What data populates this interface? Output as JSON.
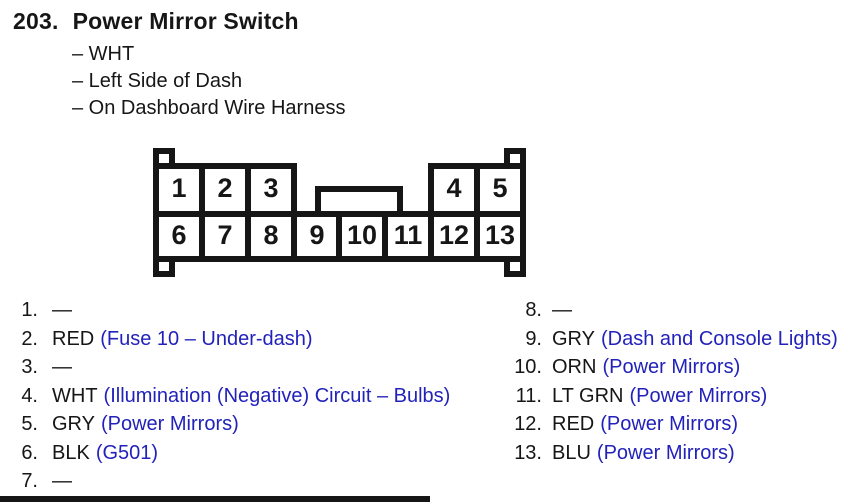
{
  "page": {
    "title_number": "203.",
    "title": "Power Mirror Switch",
    "bullets": [
      "– WHT",
      "– Left Side of Dash",
      "– On Dashboard Wire Harness"
    ]
  },
  "connector": {
    "top_left_cells": [
      "1",
      "2",
      "3"
    ],
    "top_right_cells": [
      "4",
      "5"
    ],
    "bottom_cells": [
      "6",
      "7",
      "8",
      "9",
      "10",
      "11",
      "12",
      "13"
    ]
  },
  "pins": {
    "left": [
      {
        "num": "1.",
        "wire": "—",
        "desc": ""
      },
      {
        "num": "2.",
        "wire": "RED",
        "desc": "(Fuse 10 – Under-dash)"
      },
      {
        "num": "3.",
        "wire": "—",
        "desc": ""
      },
      {
        "num": "4.",
        "wire": "WHT",
        "desc": "(Illumination (Negative) Circuit – Bulbs)"
      },
      {
        "num": "5.",
        "wire": "GRY",
        "desc": "(Power Mirrors)"
      },
      {
        "num": "6.",
        "wire": "BLK",
        "desc": "(G501)"
      },
      {
        "num": "7.",
        "wire": "—",
        "desc": ""
      }
    ],
    "right": [
      {
        "num": "8.",
        "wire": "—",
        "desc": ""
      },
      {
        "num": "9.",
        "wire": "GRY",
        "desc": "(Dash and Console Lights)"
      },
      {
        "num": "10.",
        "wire": "ORN",
        "desc": "(Power Mirrors)"
      },
      {
        "num": "11.",
        "wire": "LT GRN",
        "desc": "(Power Mirrors)"
      },
      {
        "num": "12.",
        "wire": "RED",
        "desc": "(Power Mirrors)"
      },
      {
        "num": "13.",
        "wire": "BLU",
        "desc": "(Power Mirrors)"
      }
    ]
  },
  "colors": {
    "ink": "#161616",
    "link_blue": "#2222bb",
    "background": "#ffffff"
  }
}
